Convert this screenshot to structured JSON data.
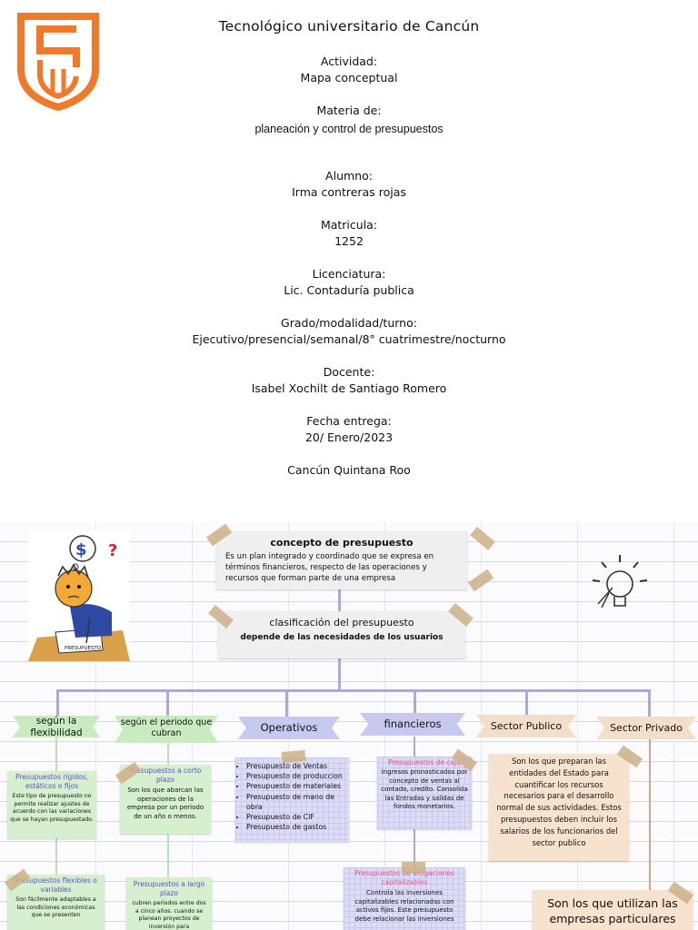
{
  "cover": {
    "title": "Tecnológico universitario de Cancún",
    "actividad_label": "Actividad:",
    "actividad": "Mapa  conceptual",
    "materia_label": "Materia de:",
    "materia": "planeación y control de presupuestos",
    "alumno_label": "Alumno:",
    "alumno": "Irma contreras rojas",
    "matricula_label": "Matricula:",
    "matricula": "1252",
    "licenciatura_label": "Licenciatura:",
    "licenciatura": "Lic. Contaduría publica",
    "grado_label": "Grado/modalidad/turno:",
    "grado": "Ejecutivo/presencial/semanal/8° cuatrimestre/nocturno",
    "docente_label": "Docente:",
    "docente": "Isabel Xochilt de Santiago  Romero",
    "fecha_label": "Fecha entrega:",
    "fecha": "20/ Enero/2023",
    "lugar": "Cancún Quintana Roo",
    "logo_color": "#f07a2c"
  },
  "map": {
    "concept_title": "concepto de presupuesto",
    "concept_text": "Es un plan integrado y coordinado que se expresa en términos financieros, respecto de las operaciones y recursos que forman parte de una empresa",
    "class_title": "clasificación del presupuesto",
    "class_sub": "depende de las necesidades de los usuarios",
    "illustration_text": "PRESUPUESTO",
    "branches": {
      "flex": "según la flexibilidad",
      "periodo": "según el periodo que cubran",
      "operativos": "Operativos",
      "financieros": "financieros",
      "publico": "Sector Publico",
      "privado": "Sector Privado"
    },
    "flex_rigidos_title": "Presupuestos rígidos, estáticos o fijos",
    "flex_rigidos_text": "Este tipo de presupuesto no permite realizar ajustes de acuerdo con las variaciones que se hayan presupuestado.",
    "flex_variables_title": "Presupuestos flexibles o variables",
    "flex_variables_text": "Son fácilmente adaptables a las condiciones económicas que se presenten",
    "corto_title": "Presupuestos a corto plazo",
    "corto_text": "Son los que abarcan las operaciones de la empresa por un periodo de un año o menos.",
    "largo_title": "Presupuestos a largo plazo",
    "largo_text": "cubren periodos entre dos a cinco años. cuando se planean proyectos de inversión para",
    "operativos_items": [
      "Presupuesto de Ventas",
      "Presupuesto de produccion",
      "Presupuesto de materiales",
      "Presupuesto de mano de obra",
      "Presupuesto de CIF",
      "Presupuesto de gastos"
    ],
    "caja_title": "Presupuestos de caja",
    "caja_text": "ingresos pronosticados por concepto de ventas al contado, credito. Consolida las Entradas y salidas de fondos monetarios.",
    "erogaciones_title": "Presupuestos de erogaciones capitalizables",
    "erogaciones_text": "Controla las inversiones capitalizables relacionadas con activos fijos. Este presupuesto debe relacionar las inversiones",
    "publico_text": "Son los que preparan las entidades del Estado para cuantificar los recursos necesarios para el desarrollo normal de sus actividades. Estos presupuestos deben incluir los salarios de los funcionarios del sector publico",
    "privado_text": "Son los que utilizan las empresas particulares"
  }
}
